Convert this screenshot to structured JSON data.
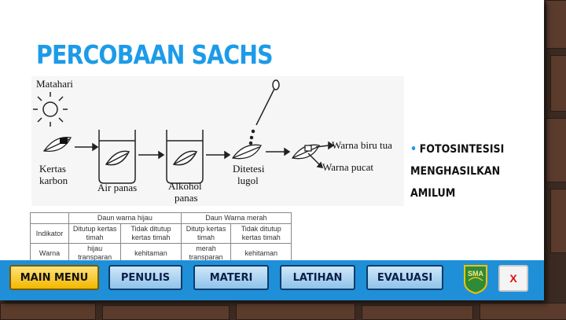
{
  "slide": {
    "title": "PERCOBAAN SACHS",
    "bullet": "FOTOSINTESISI MENGHASILKAN AMILUM"
  },
  "diagram": {
    "labels": {
      "sun": "Matahari",
      "carbon_1": "Kertas",
      "carbon_2": "karbon",
      "hot_water": "Air panas",
      "alcohol_1": "Alkohol",
      "alcohol_2": "panas",
      "lugol_1": "Ditetesi",
      "lugol_2": "lugol",
      "dark_blue": "Warna biru tua",
      "pale": "Warna pucat"
    }
  },
  "table": {
    "header_green": "Daun warna hijau",
    "header_red": "Daun Warna merah",
    "row_indikator": "Indikator",
    "sub": [
      "Ditutup kertas timah",
      "Tidak ditutup kertas timah",
      "Ditutp kertas timah",
      "Tidak ditutup kertas timah"
    ],
    "row_warna": "Warna",
    "values": [
      "hijau transparan",
      "kehitaman",
      "merah transparan",
      "kehitaman"
    ]
  },
  "navbar": {
    "main_menu": "MAIN MENU",
    "penulis": "PENULIS",
    "materi": "MATERI",
    "latihan": "LATIHAN",
    "evaluasi": "EVALUASI",
    "close": "X",
    "logo_text": "SMA"
  },
  "colors": {
    "accent": "#1d9be8",
    "navbar": "#1f8fd8",
    "active_button": "#f2b800",
    "close": "#e01010"
  }
}
